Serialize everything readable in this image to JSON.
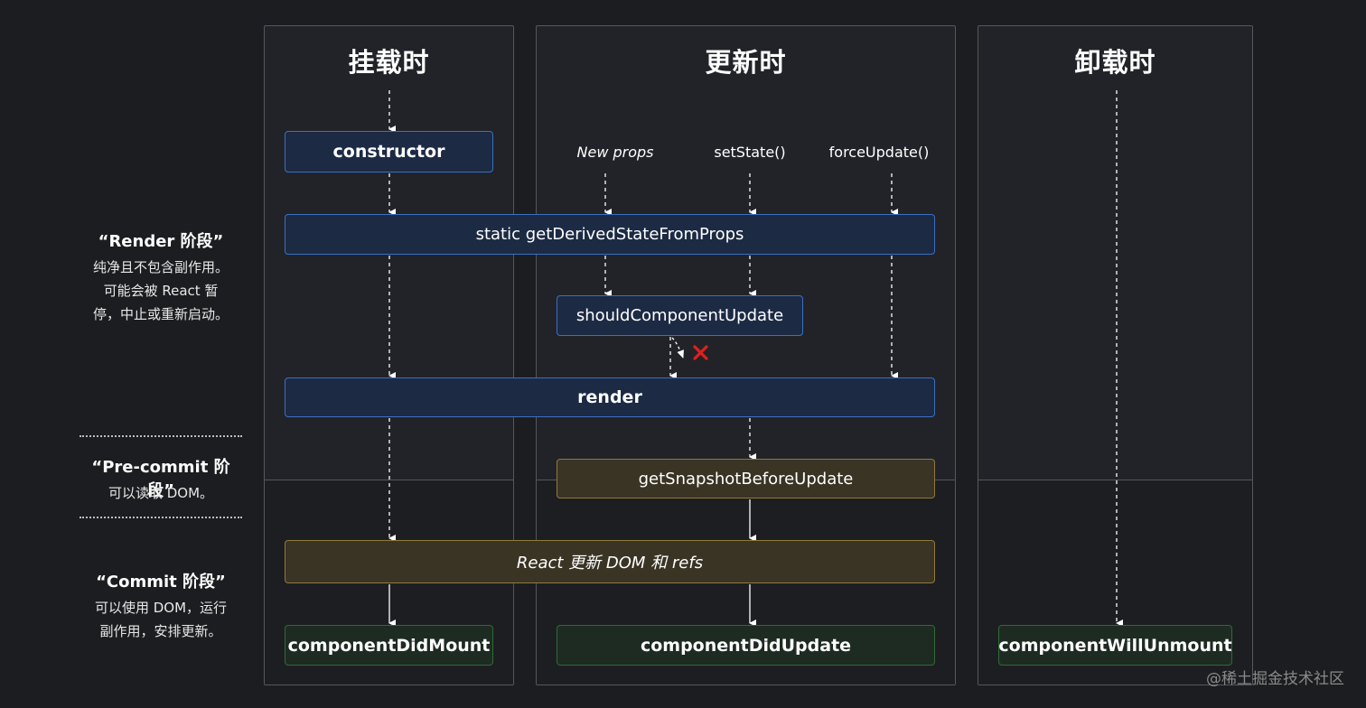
{
  "columns": {
    "mount": {
      "title": "挂载时"
    },
    "update": {
      "title": "更新时"
    },
    "unmount": {
      "title": "卸载时"
    }
  },
  "triggers": {
    "new_props": "New props",
    "set_state": "setState()",
    "force_update": "forceUpdate()"
  },
  "boxes": {
    "constructor": "constructor",
    "gdsfp": "static getDerivedStateFromProps",
    "scu": "shouldComponentUpdate",
    "render": "render",
    "snapshot": "getSnapshotBeforeUpdate",
    "react_update_dom": "React 更新 DOM 和 refs",
    "did_mount": "componentDidMount",
    "did_update": "componentDidUpdate",
    "will_unmount": "componentWillUnmount"
  },
  "phases": {
    "render": {
      "title": "“Render 阶段”",
      "desc_lines": [
        "纯净且不包含副作用。",
        "可能会被 React 暂",
        "停，中止或重新启动。"
      ]
    },
    "precommit": {
      "title": "“Pre-commit 阶段”",
      "desc_lines": [
        "可以读取 DOM。"
      ]
    },
    "commit": {
      "title": "“Commit 阶段”",
      "desc_lines": [
        "可以使用 DOM，运行",
        "副作用，安排更新。"
      ]
    }
  },
  "skip_icon": "red-cross-icon",
  "watermark": "@稀土掘金技术社区",
  "colors": {
    "background": "#1c1d20",
    "render_box_border": "#3a70c2",
    "render_box_fill": "#1c2a44",
    "commit_box_border": "#8f7a3c",
    "commit_box_fill": "#3a3424",
    "lifecycle_end_border": "#2e6b36",
    "lifecycle_end_fill": "#1e2b22",
    "cross": "#e0201c"
  }
}
